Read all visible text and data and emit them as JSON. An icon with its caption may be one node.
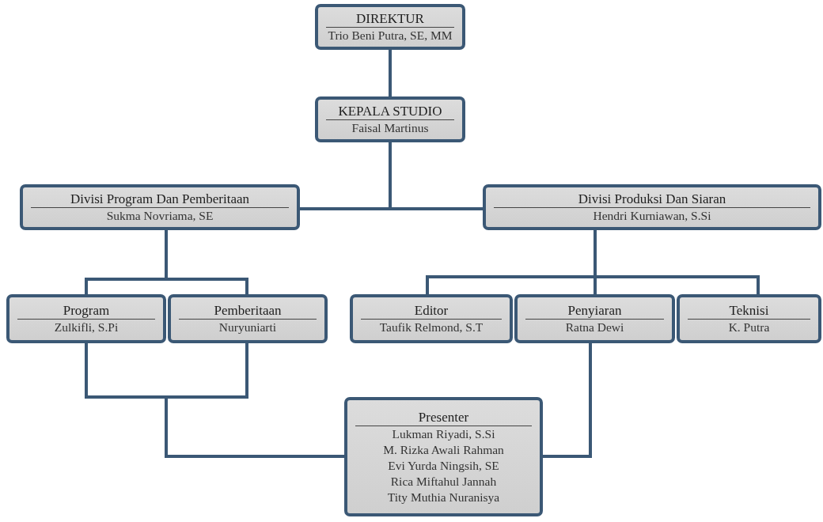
{
  "diagram": {
    "nodes": [
      {
        "text": [
          "DIREKTUR",
          "Trio Beni Putra, SE, MM"
        ]
      },
      {
        "text": [
          "KEPALA STUDIO",
          "Faisal Martinus"
        ]
      },
      {
        "text": [
          "Divisi Program Dan Pemberitaan",
          "Sukma Novriama, SE"
        ]
      },
      {
        "text": [
          "Divisi Produksi Dan Siaran",
          "Hendri Kurniawan, S.Si"
        ]
      },
      {
        "text": [
          "Program",
          "Zulkifli, S.Pi"
        ]
      },
      {
        "text": [
          "Pemberitaan",
          "Nuryuniarti"
        ]
      },
      {
        "text": [
          "Editor",
          "Taufik Relmond, S.T"
        ]
      },
      {
        "text": [
          "Penyiaran",
          "Ratna Dewi"
        ]
      },
      {
        "text": [
          "Teknisi",
          "K. Putra"
        ]
      },
      {
        "text": [
          "Presenter",
          "Lukman Riyadi, S.Si",
          "M. Rizka Awali Rahman",
          "Evi Yurda Ningsih, SE",
          "Rica Miftahul Jannah",
          "Tity Muthia Nuranisya"
        ]
      }
    ],
    "edges": [
      {
        "from": 0,
        "to": 1,
        "arrow": "none"
      },
      {
        "from": 1,
        "to": 2,
        "arrow": "none"
      },
      {
        "from": 1,
        "to": 3,
        "arrow": "none"
      },
      {
        "from": 2,
        "to": 4,
        "arrow": "none"
      },
      {
        "from": 2,
        "to": 5,
        "arrow": "none"
      },
      {
        "from": 3,
        "to": 6,
        "arrow": "none"
      },
      {
        "from": 3,
        "to": 7,
        "arrow": "none"
      },
      {
        "from": 3,
        "to": 8,
        "arrow": "none"
      },
      {
        "from": 4,
        "to": 9,
        "arrow": "none"
      },
      {
        "from": 5,
        "to": 9,
        "arrow": "none"
      },
      {
        "from": 7,
        "to": 9,
        "arrow": "none"
      }
    ]
  }
}
